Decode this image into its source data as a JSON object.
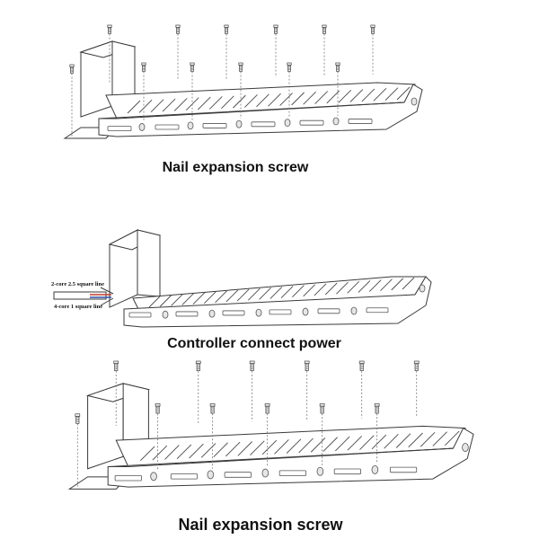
{
  "panels": [
    {
      "caption": "Nail expansion screw"
    },
    {
      "caption": "Controller connect power",
      "wire_labels": [
        "2-core 2.5 square line",
        "4-core 1 square line"
      ]
    },
    {
      "caption": "Nail expansion screw"
    }
  ],
  "colors": {
    "line": "#3a3a3a",
    "caption": "#111111",
    "wire_red": "#c0392b",
    "wire_blue": "#2c4fa3"
  },
  "icons": {
    "screw": "expansion-screw-icon",
    "bolt": "round-bolt-icon"
  }
}
